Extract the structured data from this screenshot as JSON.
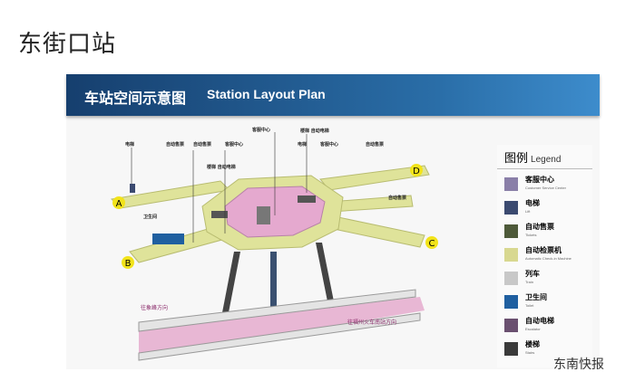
{
  "page_title": "东街口站",
  "banner": {
    "title_cn": "车站空间示意图",
    "title_en": "Station Layout Plan"
  },
  "legend": {
    "title_cn": "图例",
    "title_en": "Legend",
    "items": [
      {
        "cn": "客服中心",
        "en": "Customer Service Center",
        "color": "#8a7fa8"
      },
      {
        "cn": "电梯",
        "en": "Lift",
        "color": "#3b4a70"
      },
      {
        "cn": "自动售票",
        "en": "Tickets",
        "color": "#4e5a3a"
      },
      {
        "cn": "自动检票机",
        "en": "Automatic Check-in Machine",
        "color": "#d8d890"
      },
      {
        "cn": "列车",
        "en": "Train",
        "color": "#c8c8c8"
      },
      {
        "cn": "卫生间",
        "en": "Toilet",
        "color": "#1f5fa0"
      },
      {
        "cn": "自动电梯",
        "en": "Escalator",
        "color": "#6a5070"
      },
      {
        "cn": "楼梯",
        "en": "Stairs",
        "color": "#3a3a3a"
      }
    ]
  },
  "diagram": {
    "exits": [
      "A",
      "B",
      "C",
      "D"
    ],
    "callouts": [
      "电梯",
      "自动售票",
      "自动售票",
      "客服中心",
      "客服中心",
      "楼梯 自动电梯",
      "电梯",
      "楼梯 自动电梯",
      "客服中心",
      "自动售票",
      "自动售票",
      "卫生间"
    ],
    "direction_left": "往象峰方向",
    "direction_right": "往福州火车南站方向"
  },
  "watermark": "东南快报"
}
